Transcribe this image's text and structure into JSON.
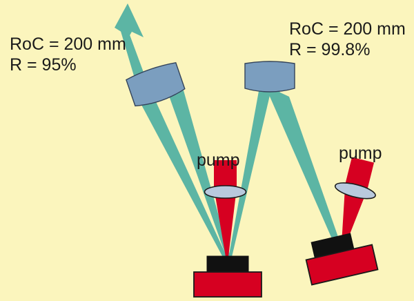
{
  "figure": {
    "title": "Laser resonator schematic with two pumped gain crystals",
    "background_color": "#fbf5bd",
    "beam_color": "#5cb5a4",
    "mirror_color": "#7b9ebf",
    "mirror_outline_color": "#4a5f78",
    "pump_color": "#d60021",
    "crystal_color": "#111111",
    "mount_color": "#d60021",
    "mount_outline_color": "#1a1a1a",
    "lens_fill_color": "#b9c9dd",
    "lens_outline_color": "#1a1a1a",
    "text_color": "#1a1a1a"
  },
  "annotations": {
    "left_mirror": {
      "roc_label": "RoC = 200 mm",
      "reflectivity_label": "R = 95%"
    },
    "right_mirror": {
      "roc_label": "RoC = 200 mm",
      "reflectivity_label": "R = 99.8%"
    }
  },
  "pump_labels": {
    "left": "pump",
    "right": "pump"
  },
  "components": {
    "output_coupler_mirror": "output-coupler-mirror",
    "high_reflector_mirror": "high-reflector-mirror",
    "left_gain_crystal": "gain-crystal-1",
    "right_gain_crystal": "gain-crystal-2",
    "left_pump_lens": "pump-focusing-lens-1",
    "right_pump_lens": "pump-focusing-lens-2",
    "output_beam": "output-laser-beam"
  }
}
